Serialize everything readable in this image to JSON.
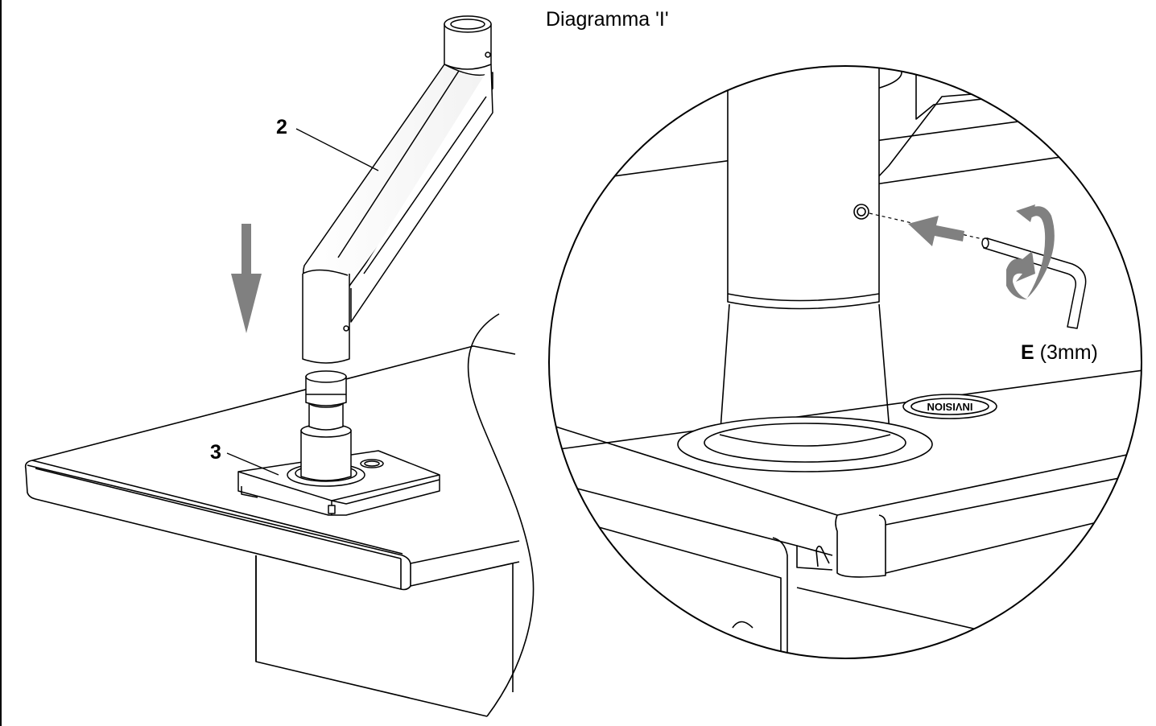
{
  "title": "Diagramma 'I'",
  "callouts": {
    "arm": "2",
    "base": "3"
  },
  "tool": {
    "letter": "E",
    "size": "(3mm)"
  },
  "logo_text": "INVISION"
}
